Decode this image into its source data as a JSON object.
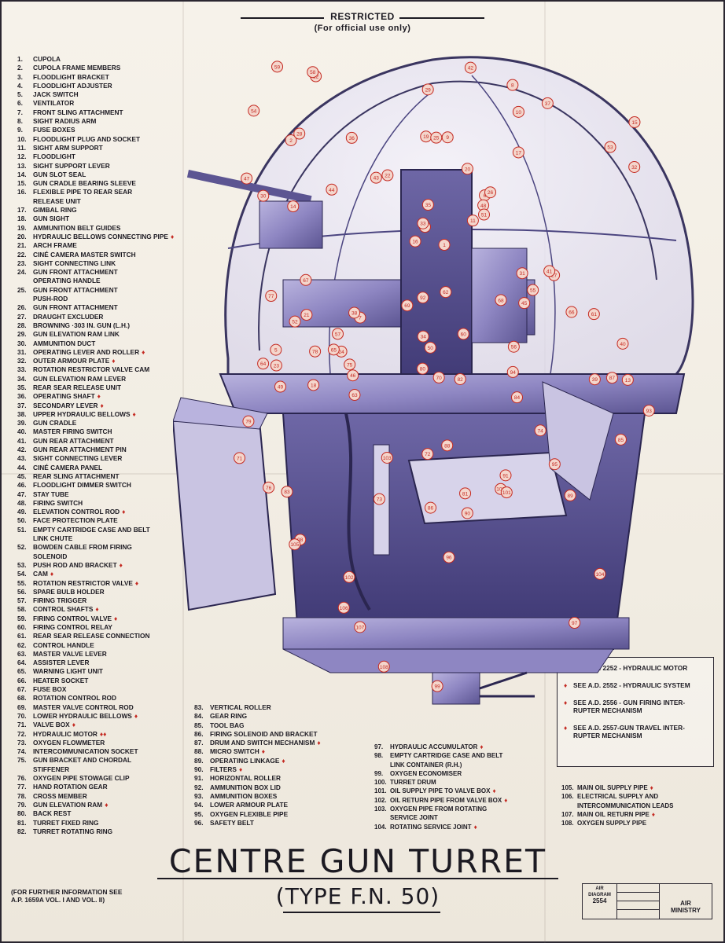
{
  "header": {
    "classification": "RESTRICTED",
    "subtitle": "(For official use only)"
  },
  "legend_col1": [
    {
      "n": "1.",
      "t": "CUPOLA"
    },
    {
      "n": "2.",
      "t": "CUPOLA FRAME MEMBERS"
    },
    {
      "n": "3.",
      "t": "FLOODLIGHT BRACKET"
    },
    {
      "n": "4.",
      "t": "FLOODLIGHT ADJUSTER"
    },
    {
      "n": "5.",
      "t": "JACK SWITCH"
    },
    {
      "n": "6.",
      "t": "VENTILATOR"
    },
    {
      "n": "7.",
      "t": "FRONT SLING ATTACHMENT"
    },
    {
      "n": "8.",
      "t": "SIGHT RADIUS ARM"
    },
    {
      "n": "9.",
      "t": "FUSE BOXES"
    },
    {
      "n": "10.",
      "t": "FLOODLIGHT PLUG AND SOCKET"
    },
    {
      "n": "11.",
      "t": "SIGHT ARM SUPPORT"
    },
    {
      "n": "12.",
      "t": "FLOODLIGHT"
    },
    {
      "n": "13.",
      "t": "SIGHT SUPPORT LEVER"
    },
    {
      "n": "14.",
      "t": "GUN SLOT SEAL"
    },
    {
      "n": "15.",
      "t": "GUN CRADLE BEARING SLEEVE"
    },
    {
      "n": "16.",
      "t": "FLEXIBLE PIPE TO REAR SEAR\nRELEASE UNIT"
    },
    {
      "n": "17.",
      "t": "GIMBAL RING"
    },
    {
      "n": "18.",
      "t": "GUN SIGHT"
    },
    {
      "n": "19.",
      "t": "AMMUNITION BELT GUIDES"
    },
    {
      "n": "20.",
      "t": "HYDRAULIC BELLOWS CONNECTING PIPE",
      "m": "♦"
    },
    {
      "n": "21.",
      "t": "ARCH FRAME"
    },
    {
      "n": "22.",
      "t": "CINÉ CAMERA MASTER SWITCH"
    },
    {
      "n": "23.",
      "t": "SIGHT CONNECTING LINK"
    },
    {
      "n": "24.",
      "t": "GUN FRONT ATTACHMENT\nOPERATING HANDLE"
    },
    {
      "n": "25.",
      "t": "GUN FRONT ATTACHMENT\nPUSH-ROD"
    },
    {
      "n": "26.",
      "t": "GUN FRONT ATTACHMENT"
    },
    {
      "n": "27.",
      "t": "DRAUGHT EXCLUDER"
    },
    {
      "n": "28.",
      "t": "BROWNING ·303 IN. GUN (L.H.)"
    },
    {
      "n": "29.",
      "t": "GUN ELEVATION RAM LINK"
    },
    {
      "n": "30.",
      "t": "AMMUNITION DUCT"
    },
    {
      "n": "31.",
      "t": "OPERATING LEVER AND ROLLER",
      "m": "♦"
    },
    {
      "n": "32.",
      "t": "OUTER ARMOUR PLATE",
      "m": "♦"
    },
    {
      "n": "33.",
      "t": "ROTATION RESTRICTOR VALVE CAM"
    },
    {
      "n": "34.",
      "t": "GUN ELEVATION RAM LEVER"
    },
    {
      "n": "35.",
      "t": "REAR SEAR RELEASE UNIT"
    },
    {
      "n": "36.",
      "t": "OPERATING SHAFT",
      "m": "♦"
    },
    {
      "n": "37.",
      "t": "SECONDARY LEVER",
      "m": "♦"
    },
    {
      "n": "38.",
      "t": "UPPER HYDRAULIC BELLOWS",
      "m": "♦"
    },
    {
      "n": "39.",
      "t": "GUN CRADLE"
    },
    {
      "n": "40.",
      "t": "MASTER FIRING SWITCH"
    },
    {
      "n": "41.",
      "t": "GUN REAR ATTACHMENT"
    },
    {
      "n": "42.",
      "t": "GUN REAR ATTACHMENT PIN"
    },
    {
      "n": "43.",
      "t": "SIGHT CONNECTING LEVER"
    },
    {
      "n": "44.",
      "t": "CINÉ CAMERA PANEL"
    },
    {
      "n": "45.",
      "t": "REAR SLING ATTACHMENT"
    },
    {
      "n": "46.",
      "t": "FLOODLIGHT DIMMER SWITCH"
    },
    {
      "n": "47.",
      "t": "STAY TUBE"
    },
    {
      "n": "48.",
      "t": "FIRING SWITCH"
    },
    {
      "n": "49.",
      "t": "ELEVATION CONTROL ROD",
      "m": "♦"
    },
    {
      "n": "50.",
      "t": "FACE PROTECTION PLATE"
    },
    {
      "n": "51.",
      "t": "EMPTY CARTRIDGE CASE AND BELT\nLINK CHUTE"
    },
    {
      "n": "52.",
      "t": "BOWDEN CABLE FROM FIRING\nSOLENOID"
    },
    {
      "n": "53.",
      "t": "PUSH ROD AND BRACKET",
      "m": "♦"
    },
    {
      "n": "54.",
      "t": "CAM",
      "m": "♦"
    },
    {
      "n": "55.",
      "t": "ROTATION RESTRICTOR VALVE",
      "m": "♦"
    },
    {
      "n": "56.",
      "t": "SPARE BULB HOLDER"
    },
    {
      "n": "57.",
      "t": "FIRING TRIGGER"
    },
    {
      "n": "58.",
      "t": "CONTROL SHAFTS",
      "m": "♦"
    },
    {
      "n": "59.",
      "t": "FIRING CONTROL VALVE",
      "m": "♦"
    },
    {
      "n": "60.",
      "t": "FIRING CONTROL RELAY"
    },
    {
      "n": "61.",
      "t": "REAR SEAR RELEASE CONNECTION"
    },
    {
      "n": "62.",
      "t": "CONTROL HANDLE"
    },
    {
      "n": "63.",
      "t": "MASTER VALVE LEVER"
    },
    {
      "n": "64.",
      "t": "ASSISTER LEVER"
    },
    {
      "n": "65.",
      "t": "WARNING LIGHT UNIT"
    },
    {
      "n": "66.",
      "t": "HEATER SOCKET"
    },
    {
      "n": "67.",
      "t": "FUSE BOX"
    },
    {
      "n": "68.",
      "t": "ROTATION CONTROL ROD"
    },
    {
      "n": "69.",
      "t": "MASTER VALVE CONTROL ROD"
    },
    {
      "n": "70.",
      "t": "LOWER HYDRAULIC BELLOWS",
      "m": "♦"
    },
    {
      "n": "71.",
      "t": "VALVE BOX",
      "m": "♦"
    },
    {
      "n": "72.",
      "t": "HYDRAULIC MOTOR",
      "m": "♦♦"
    },
    {
      "n": "73.",
      "t": "OXYGEN FLOWMETER"
    },
    {
      "n": "74.",
      "t": "INTERCOMMUNICATION SOCKET"
    },
    {
      "n": "75.",
      "t": "GUN BRACKET AND CHORDAL\nSTIFFENER"
    },
    {
      "n": "76.",
      "t": "OXYGEN PIPE STOWAGE CLIP"
    },
    {
      "n": "77.",
      "t": "HAND ROTATION GEAR"
    },
    {
      "n": "78.",
      "t": "CROSS MEMBER"
    },
    {
      "n": "79.",
      "t": "GUN ELEVATION RAM",
      "m": "♦"
    },
    {
      "n": "80.",
      "t": "BACK REST"
    },
    {
      "n": "81.",
      "t": "TURRET FIXED RING"
    },
    {
      "n": "82.",
      "t": "TURRET ROTATING RING"
    }
  ],
  "legend_col2": [
    {
      "n": "83.",
      "t": "VERTICAL ROLLER"
    },
    {
      "n": "84.",
      "t": "GEAR RING"
    },
    {
      "n": "85.",
      "t": "TOOL BAG"
    },
    {
      "n": "86.",
      "t": "FIRING SOLENOID AND BRACKET"
    },
    {
      "n": "87.",
      "t": "DRUM AND SWITCH MECHANISM",
      "m": "♦"
    },
    {
      "n": "88.",
      "t": "MICRO SWITCH",
      "m": "♦"
    },
    {
      "n": "89.",
      "t": "OPERATING LINKAGE",
      "m": "♦"
    },
    {
      "n": "90.",
      "t": "FILTERS",
      "m": "♦"
    },
    {
      "n": "91.",
      "t": "HORIZONTAL ROLLER"
    },
    {
      "n": "92.",
      "t": "AMMUNITION BOX LID"
    },
    {
      "n": "93.",
      "t": "AMMUNITION BOXES"
    },
    {
      "n": "94.",
      "t": "LOWER ARMOUR PLATE"
    },
    {
      "n": "95.",
      "t": "OXYGEN FLEXIBLE PIPE"
    },
    {
      "n": "96.",
      "t": "SAFETY BELT"
    }
  ],
  "legend_col3": [
    {
      "n": "97.",
      "t": "HYDRAULIC ACCUMULATOR",
      "m": "♦"
    },
    {
      "n": "98.",
      "t": "EMPTY CARTRIDGE CASE AND BELT\nLINK CONTAINER (R.H.)"
    },
    {
      "n": "99.",
      "t": "OXYGEN ECONOMISER"
    },
    {
      "n": "100.",
      "t": "TURRET DRUM"
    },
    {
      "n": "101.",
      "t": "OIL SUPPLY PIPE TO VALVE BOX",
      "m": "♦"
    },
    {
      "n": "102.",
      "t": "OIL RETURN PIPE FROM VALVE BOX",
      "m": "♦"
    },
    {
      "n": "103.",
      "t": "OXYGEN PIPE FROM ROTATING\nSERVICE JOINT"
    },
    {
      "n": "104.",
      "t": "ROTATING SERVICE JOINT",
      "m": "♦"
    }
  ],
  "legend_col4": [
    {
      "n": "105.",
      "t": "MAIN OIL SUPPLY PIPE",
      "m": "♦"
    },
    {
      "n": "106.",
      "t": "ELECTRICAL SUPPLY AND\nINTERCOMMUNICATION LEADS"
    },
    {
      "n": "107.",
      "t": "MAIN OIL RETURN PIPE",
      "m": "♦"
    },
    {
      "n": "108.",
      "t": "OXYGEN SUPPLY PIPE"
    }
  ],
  "notes": [
    {
      "mark": "♦",
      "t": "SEE A.D. 2252 - HYDRAULIC MOTOR"
    },
    {
      "mark": "♦",
      "t": "SEE A.D. 2552 - HYDRAULIC SYSTEM"
    },
    {
      "mark": "♦",
      "t": "SEE A.D. 2556 - GUN FIRING INTER-\nRUPTER MECHANISM"
    },
    {
      "mark": "♦",
      "t": "SEE A.D. 2557-GUN TRAVEL INTER-\nRUPTER MECHANISM"
    }
  ],
  "title": {
    "main": "CENTRE GUN TURRET",
    "type": "(TYPE F.N. 50)"
  },
  "further_info": "(FOR FURTHER INFORMATION SEE\nA.P. 1659A VOL. I AND VOL. II)",
  "stamp": {
    "diagram_label": "AIR\nDIAGRAM",
    "diagram_number": "2554",
    "ministry": "AIR\nMINISTRY"
  },
  "colors": {
    "marker_red": "#c42a22",
    "metal_violet": "#8e86c2",
    "metal_dark": "#4b4580",
    "glass_outline": "#3a3560"
  },
  "callout_numbers": [
    1,
    2,
    3,
    5,
    6,
    7,
    8,
    9,
    10,
    11,
    12,
    13,
    14,
    15,
    16,
    17,
    18,
    19,
    20,
    21,
    22,
    23,
    24,
    25,
    26,
    27,
    28,
    29,
    30,
    31,
    32,
    33,
    34,
    35,
    36,
    37,
    38,
    39,
    40,
    41,
    42,
    43,
    44,
    45,
    46,
    47,
    48,
    49,
    50,
    51,
    52,
    53,
    54,
    55,
    56,
    57,
    58,
    59,
    60,
    61,
    62,
    63,
    64,
    65,
    66,
    67,
    68,
    69,
    70,
    71,
    72,
    73,
    74,
    75,
    76,
    77,
    78,
    79,
    80,
    81,
    82,
    83,
    84,
    85,
    86,
    87,
    88,
    89,
    90,
    91,
    92,
    93,
    94,
    95,
    96,
    97,
    98,
    99,
    100,
    101,
    102,
    103,
    104,
    105,
    106,
    107,
    108
  ]
}
